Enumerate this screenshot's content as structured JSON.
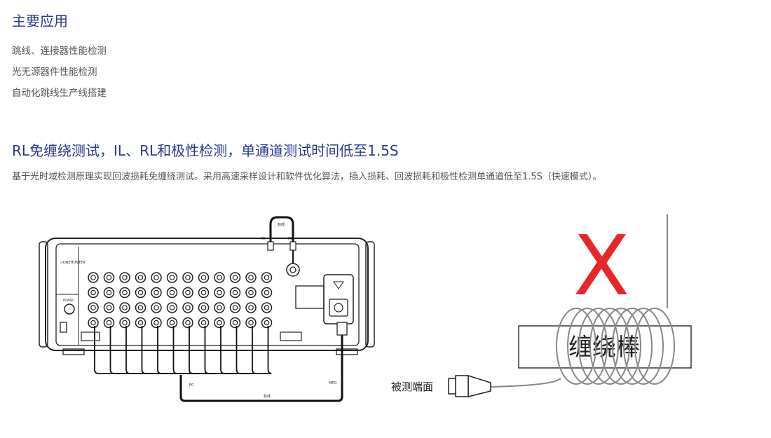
{
  "applications": {
    "title": "主要应用",
    "items": [
      "跳线、连接器性能检测",
      "光无源器件性能检测",
      "自动化跳线生产线搭建"
    ]
  },
  "feature": {
    "title": "RL免缠绕测试，IL、RL和极性检测，单通道测试时间低至1.5S",
    "description": "基于光时域检测原理实现回波损耗免缠绕测试。采用高速采样设计和软件优化算法，插入损耗、回波损耗和极性检测单通道低至1.5S（快速模式）。"
  },
  "diagram": {
    "patch_cord_top": "标线",
    "fc_left": "FC",
    "fc_right": "FC",
    "fc_bottom": "FC",
    "patch_cord_bottom": "标线",
    "mpo": "MPO",
    "power": "POWER",
    "brand": "◇ONEHUNTER",
    "winding_rod": "缠绕棒",
    "tested_end_face": "被测端面",
    "cross_mark": "X",
    "colors": {
      "cross": "#e8262a",
      "title": "#2a3a8f"
    }
  }
}
